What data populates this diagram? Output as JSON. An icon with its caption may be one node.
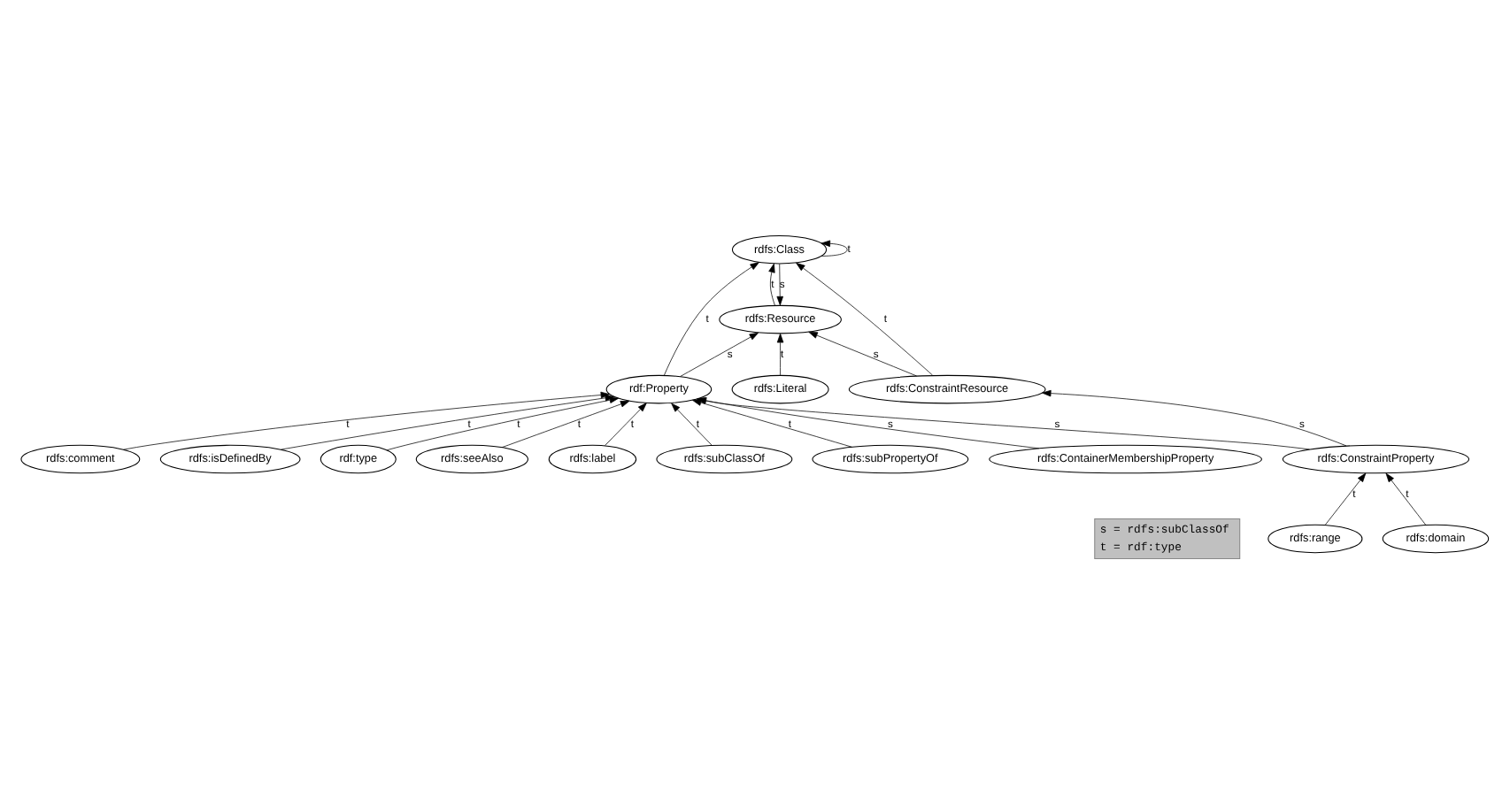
{
  "diagram": {
    "nodes": [
      {
        "text": [
          "rdfs:Resource"
        ]
      },
      {
        "text": [
          "rdfs:Literal"
        ]
      },
      {
        "text": [
          "rdfs:Class"
        ]
      },
      {
        "text": [
          "rdfs:label"
        ]
      },
      {
        "text": [
          "rdf:Property"
        ]
      },
      {
        "text": [
          "rdfs:comment"
        ]
      },
      {
        "text": [
          "rdfs:ConstraintResource"
        ]
      },
      {
        "text": [
          "rdfs:isDefinedBy"
        ]
      },
      {
        "text": [
          "rdf:type"
        ]
      },
      {
        "text": [
          "rdfs:seeAlso"
        ]
      },
      {
        "text": [
          "rdfs:ConstraintProperty"
        ]
      },
      {
        "text": [
          "rdfs:subClassOf"
        ]
      },
      {
        "text": [
          "rdfs:range"
        ]
      },
      {
        "text": [
          "rdfs:domain"
        ]
      },
      {
        "text": [
          "rdfs:subPropertyOf"
        ]
      },
      {
        "text": [
          "rdfs:ContainerMembershipProperty"
        ]
      }
    ],
    "edges": [
      {
        "from": 2,
        "to": 0,
        "arrow": "to",
        "label": "s"
      },
      {
        "from": 0,
        "to": 2,
        "arrow": "to",
        "label": "t"
      },
      {
        "from": 2,
        "to": 2,
        "arrow": "to",
        "label": "t"
      },
      {
        "from": 1,
        "to": 0,
        "arrow": "to",
        "label": "t"
      },
      {
        "from": 4,
        "to": 0,
        "arrow": "to",
        "label": "s"
      },
      {
        "from": 4,
        "to": 2,
        "arrow": "to",
        "label": "t"
      },
      {
        "from": 3,
        "to": 4,
        "arrow": "to",
        "label": "t"
      },
      {
        "from": 5,
        "to": 4,
        "arrow": "to",
        "label": "t"
      },
      {
        "from": 7,
        "to": 4,
        "arrow": "to",
        "label": "t"
      },
      {
        "from": 9,
        "to": 4,
        "arrow": "to",
        "label": "t"
      },
      {
        "from": 11,
        "to": 4,
        "arrow": "to",
        "label": "t"
      },
      {
        "from": 14,
        "to": 4,
        "arrow": "to",
        "label": "t"
      },
      {
        "from": 15,
        "to": 4,
        "arrow": "to",
        "label": "s"
      },
      {
        "from": 8,
        "to": 4,
        "arrow": "to",
        "label": "t"
      },
      {
        "from": 6,
        "to": 2,
        "arrow": "to",
        "label": "t"
      },
      {
        "from": 6,
        "to": 0,
        "arrow": "to",
        "label": "s"
      },
      {
        "from": 10,
        "to": 6,
        "arrow": "to",
        "label": "s"
      },
      {
        "from": 10,
        "to": 4,
        "arrow": "to",
        "label": "s"
      },
      {
        "from": 12,
        "to": 10,
        "arrow": "to",
        "label": "t"
      },
      {
        "from": 13,
        "to": 10,
        "arrow": "to",
        "label": "t"
      }
    ],
    "labels": [
      "s = rdfs:subClassOf",
      "t = rdf:type"
    ]
  }
}
